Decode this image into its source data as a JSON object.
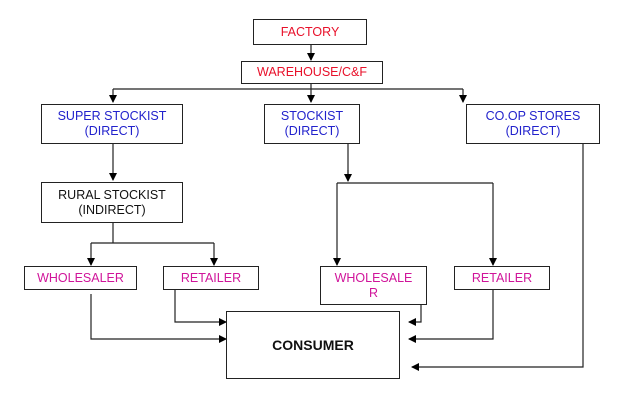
{
  "diagram": {
    "nodes": {
      "factory": {
        "line1": "FACTORY",
        "color": "#e8102a"
      },
      "warehouse": {
        "line1": "WAREHOUSE/C&F",
        "color": "#e8102a"
      },
      "super_stockist": {
        "line1": "SUPER STOCKIST",
        "line2": "(DIRECT)",
        "color": "#2222cc"
      },
      "stockist": {
        "line1": "STOCKIST",
        "line2": "(DIRECT)",
        "color": "#2222cc"
      },
      "coop_stores": {
        "line1": "CO.OP STORES",
        "line2": "(DIRECT)",
        "color": "#2222cc"
      },
      "rural_stockist": {
        "line1": "RURAL STOCKIST",
        "line2": "(INDIRECT)",
        "color": "#111111"
      },
      "wholesaler_left": {
        "line1": "WHOLESALER",
        "color": "#d0149a"
      },
      "retailer_left": {
        "line1": "RETAILER",
        "color": "#d0149a"
      },
      "wholesaler_right": {
        "line1": "WHOLESALE",
        "line2": "R",
        "color": "#d0149a"
      },
      "retailer_right": {
        "line1": "RETAILER",
        "color": "#d0149a"
      },
      "consumer": {
        "line1": "CONSUMER",
        "color": "#111111"
      }
    },
    "edges": [
      [
        "factory",
        "warehouse"
      ],
      [
        "warehouse",
        "super_stockist"
      ],
      [
        "warehouse",
        "stockist"
      ],
      [
        "warehouse",
        "coop_stores"
      ],
      [
        "super_stockist",
        "rural_stockist"
      ],
      [
        "rural_stockist",
        "wholesaler_left"
      ],
      [
        "rural_stockist",
        "retailer_left"
      ],
      [
        "stockist",
        "wholesaler_right"
      ],
      [
        "stockist",
        "retailer_right"
      ],
      [
        "wholesaler_left",
        "consumer"
      ],
      [
        "retailer_left",
        "consumer"
      ],
      [
        "wholesaler_right",
        "consumer"
      ],
      [
        "retailer_right",
        "consumer"
      ],
      [
        "coop_stores",
        "consumer"
      ]
    ]
  }
}
